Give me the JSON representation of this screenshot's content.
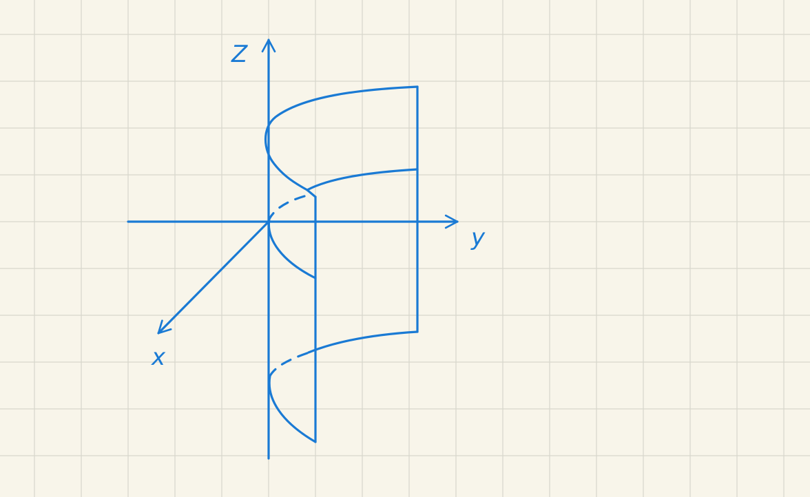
{
  "colors": {
    "paper": "#f8f5ea",
    "grid": "#d8d6cc",
    "ink": "#1a7ad4"
  },
  "axes": {
    "z_label": "Z",
    "y_label": "y",
    "x_label": "x"
  }
}
